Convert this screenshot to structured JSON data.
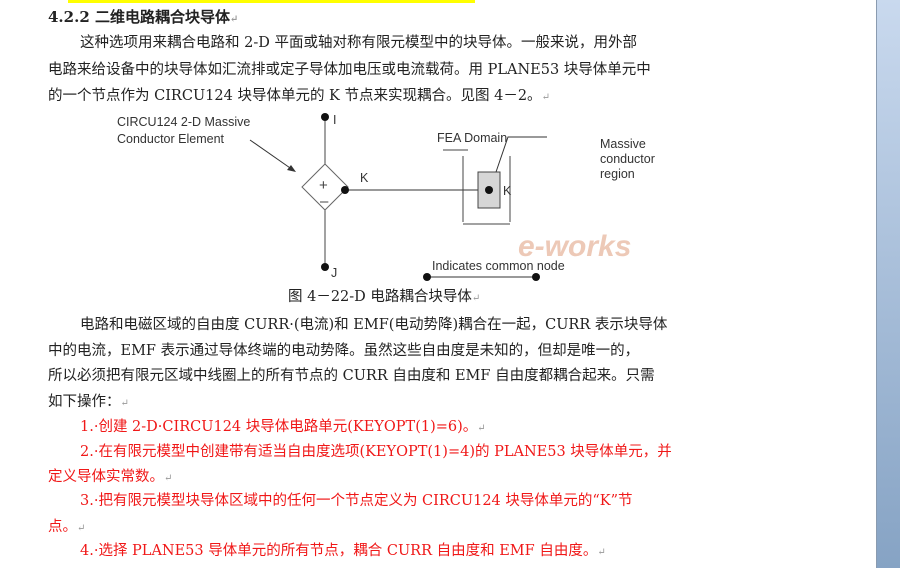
{
  "heading": "4.2.2 二维电路耦合块导体",
  "para1": [
    "这种选项用来耦合电路和 2-D 平面或轴对称有限元模型中的块导体。一般来说，用外部",
    "电路来给设备中的块导体如汇流排或定子导体加电压或电流载荷。用 PLANE53 块导体单元中",
    "的一个节点作为 CIRCU124 块导体单元的 K 节点来实现耦合。见图 4－2。"
  ],
  "figure": {
    "element_label_1": "CIRCU124 2-D Massive",
    "element_label_2": "Conductor Element",
    "node_i": "I",
    "node_j": "J",
    "node_k": "K",
    "node_k2": "K",
    "fea_domain": "FEA Domain",
    "region_1": "Massive",
    "region_2": "conductor",
    "region_3": "region",
    "common_node": "Indicates common node",
    "watermark": "e-works",
    "caption": "图 4－22-D 电路耦合块导体"
  },
  "para2": [
    "电路和电磁区域的自由度 CURR·(电流)和 EMF(电动势降)耦合在一起，CURR 表示块导体",
    "中的电流，EMF 表示通过导体终端的电动势降。虽然这些自由度是未知的，但却是唯一的，",
    "所以必须把有限元区域中线圈上的所有节点的 CURR 自由度和 EMF 自由度都耦合起来。只需",
    "如下操作："
  ],
  "steps": [
    "1.·创建 2-D·CIRCU124 块导体电路单元(KEYOPT(1)=6)。",
    "2.·在有限元模型中创建带有适当自由度选项(KEYOPT(1)=4)的 PLANE53 块导体单元，并",
    "定义导体实常数。",
    "3.·把有限元模型块导体区域中的任何一个节点定义为 CIRCU124 块导体单元的“K”节",
    "点。",
    "4.·选择 PLANE53 导体单元的所有节点，耦合 CURR 自由度和 EMF 自由度。"
  ],
  "paragraph_mark": "↵",
  "colors": {
    "highlight": "#ffff00",
    "step_text": "#f01818",
    "sidebar": "#a9bfdc"
  }
}
